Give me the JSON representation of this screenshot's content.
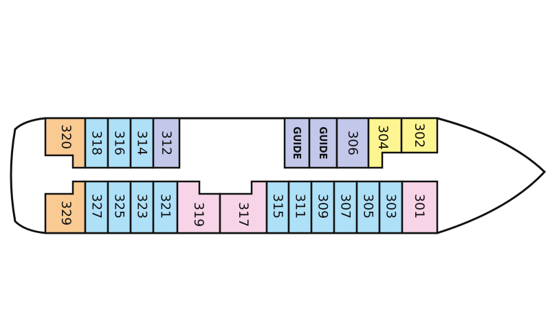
{
  "colors": {
    "orange": "#f9ca92",
    "blue": "#aee0f8",
    "purple": "#c3c8ea",
    "pink": "#f7d4e7",
    "yellow": "#fdf591",
    "outline": "#111111"
  },
  "cabins": {
    "top": [
      {
        "label": "320",
        "color": "orange"
      },
      {
        "label": "318",
        "color": "blue"
      },
      {
        "label": "316",
        "color": "blue"
      },
      {
        "label": "314",
        "color": "blue"
      },
      {
        "label": "312",
        "color": "purple"
      },
      {
        "label": "GUIDE",
        "color": "purple"
      },
      {
        "label": "GUIDE",
        "color": "purple"
      },
      {
        "label": "306",
        "color": "purple"
      },
      {
        "label": "304",
        "color": "yellow"
      },
      {
        "label": "302",
        "color": "yellow"
      }
    ],
    "bottom": [
      {
        "label": "329",
        "color": "orange"
      },
      {
        "label": "327",
        "color": "blue"
      },
      {
        "label": "325",
        "color": "blue"
      },
      {
        "label": "323",
        "color": "blue"
      },
      {
        "label": "321",
        "color": "blue"
      },
      {
        "label": "319",
        "color": "pink"
      },
      {
        "label": "317",
        "color": "pink"
      },
      {
        "label": "315",
        "color": "blue"
      },
      {
        "label": "311",
        "color": "blue"
      },
      {
        "label": "309",
        "color": "blue"
      },
      {
        "label": "307",
        "color": "blue"
      },
      {
        "label": "305",
        "color": "blue"
      },
      {
        "label": "303",
        "color": "blue"
      },
      {
        "label": "301",
        "color": "pink"
      }
    ]
  }
}
